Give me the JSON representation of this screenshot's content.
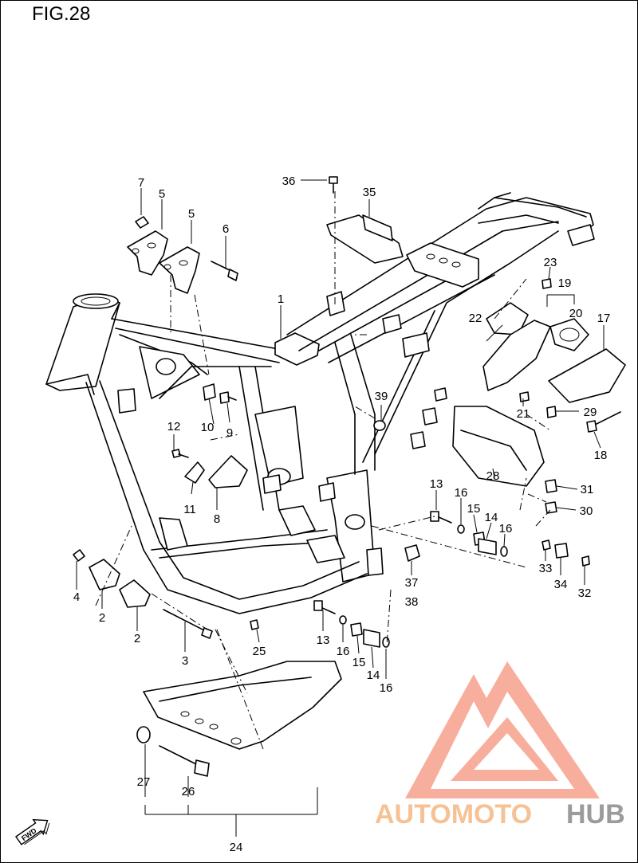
{
  "figure": {
    "title": "FIG.28"
  },
  "callouts": [
    {
      "id": "c1",
      "label": "1"
    },
    {
      "id": "c2a",
      "label": "2"
    },
    {
      "id": "c2b",
      "label": "2"
    },
    {
      "id": "c3",
      "label": "3"
    },
    {
      "id": "c4",
      "label": "4"
    },
    {
      "id": "c5a",
      "label": "5"
    },
    {
      "id": "c5b",
      "label": "5"
    },
    {
      "id": "c6",
      "label": "6"
    },
    {
      "id": "c7",
      "label": "7"
    },
    {
      "id": "c8",
      "label": "8"
    },
    {
      "id": "c9",
      "label": "9"
    },
    {
      "id": "c10",
      "label": "10"
    },
    {
      "id": "c11",
      "label": "11"
    },
    {
      "id": "c12",
      "label": "12"
    },
    {
      "id": "c13a",
      "label": "13"
    },
    {
      "id": "c13b",
      "label": "13"
    },
    {
      "id": "c14a",
      "label": "14"
    },
    {
      "id": "c14b",
      "label": "14"
    },
    {
      "id": "c15a",
      "label": "15"
    },
    {
      "id": "c15b",
      "label": "15"
    },
    {
      "id": "c16a",
      "label": "16"
    },
    {
      "id": "c16b",
      "label": "16"
    },
    {
      "id": "c16c",
      "label": "16"
    },
    {
      "id": "c16d",
      "label": "16"
    },
    {
      "id": "c17",
      "label": "17"
    },
    {
      "id": "c18",
      "label": "18"
    },
    {
      "id": "c19",
      "label": "19"
    },
    {
      "id": "c20",
      "label": "20"
    },
    {
      "id": "c21",
      "label": "21"
    },
    {
      "id": "c22",
      "label": "22"
    },
    {
      "id": "c23",
      "label": "23"
    },
    {
      "id": "c24",
      "label": "24"
    },
    {
      "id": "c25",
      "label": "25"
    },
    {
      "id": "c26",
      "label": "26"
    },
    {
      "id": "c27",
      "label": "27"
    },
    {
      "id": "c28",
      "label": "28"
    },
    {
      "id": "c29",
      "label": "29"
    },
    {
      "id": "c30",
      "label": "30"
    },
    {
      "id": "c31",
      "label": "31"
    },
    {
      "id": "c32",
      "label": "32"
    },
    {
      "id": "c33",
      "label": "33"
    },
    {
      "id": "c34",
      "label": "34"
    },
    {
      "id": "c35",
      "label": "35"
    },
    {
      "id": "c36",
      "label": "36"
    },
    {
      "id": "c37",
      "label": "37"
    },
    {
      "id": "c38",
      "label": "38"
    },
    {
      "id": "c39",
      "label": "39"
    }
  ],
  "fwd_badge": {
    "label": "FWD"
  },
  "watermark": {
    "part1": "AUTOMOTO",
    "part2": "HUB",
    "color_primary": "#f6a08a",
    "color_secondary": "#f7c98a",
    "color_text_dark": "#7a7a7a"
  }
}
